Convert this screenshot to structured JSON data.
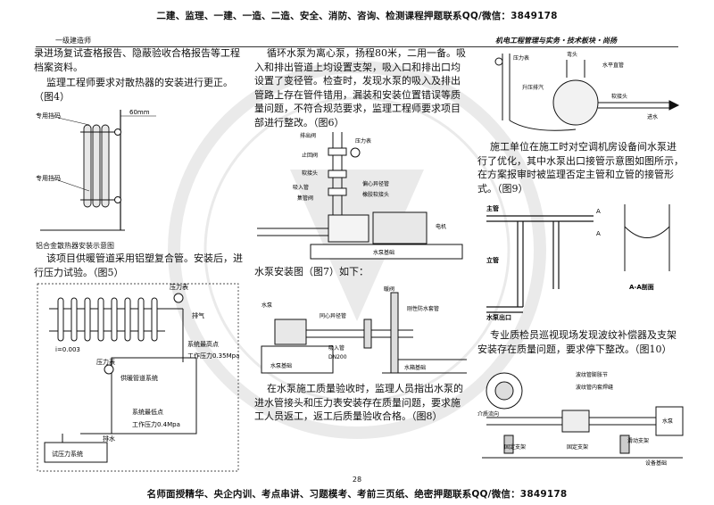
{
  "banner_top": "二建、监理、一建、一造、二造、安全、消防、咨询、检测课程押题联系QQ/微信：3849178",
  "banner_bottom": "名师面授精华、央企内训、考点串讲、习题模考、考前三页纸、绝密押题联系QQ/微信：3849178",
  "page_number": "28",
  "header": {
    "left": "一级建造师",
    "right": "机电工程管理与实务・技术板块・尚扬"
  },
  "col1": {
    "para1": "录进场复试查格报告、隐蔽验收合格报告等工程档案资料。",
    "para2": "监理工程师要求对散热器的安装进行更正。（图4）",
    "fig4": {
      "label_pipe_top": "专用挡码",
      "label_pipe_bottom": "专用挡码",
      "dim": "60mm",
      "caption": "铝合金散热器安装示意图"
    },
    "para3": "该项目供暖管道采用铝塑复合管。安装后，进行压力试验。（图5）",
    "fig5": {
      "label_gauge1": "压力表",
      "label_vent": "排气",
      "label_slope": "i=0.003",
      "label_high": "系统最高点",
      "label_high_p": "工作压力0.35Mpa",
      "label_gauge2": "压力表",
      "label_system": "供暖管道系统",
      "label_low": "系统最低点",
      "label_low_p": "工作压力0.4Mpa",
      "label_drain": "排水",
      "label_test": "试压力系统"
    }
  },
  "col2": {
    "para1": "循环水泵为离心泵，扬程80米，二用一备。吸入和排出管道上均设置支架，吸入口和排出口均设置了变径管。检查时，发现水泵的吸入及排出管路上存在管件错用，漏装和安装位置错误等质量问题，不符合规范要求，监理工程师要求项目部进行整改。（图6）",
    "fig6": {
      "l1": "排出阀",
      "l2": "压力表",
      "l3": "止回阀",
      "l4": "软接头",
      "l5": "吸入管",
      "l6": "集管阀",
      "l7": "偏心异径管",
      "l8": "橡胶软接头",
      "l9": "电机",
      "l10": "水泵基础"
    },
    "para2": "水泵安装图（图7）如下：",
    "fig7": {
      "l1": "暖阀",
      "l2": "水泵",
      "l3": "同心异径管",
      "l4": "刚性防水套管",
      "l5": "吸入管",
      "l6": "DN200",
      "l7": "水泵基础",
      "l8": "水箱基础"
    },
    "para3": "在水泵施工质量验收时，监理人员指出水泵的进水管接头和压力表安装存在质量问题，要求施工人员返工，返工后质量验收合格。（图8）"
  },
  "col3": {
    "fig8": {
      "l1": "压力表",
      "l2": "弯头",
      "l3": "水平直管",
      "l4": "升压排汽",
      "l5": "软接头",
      "l6": "进水"
    },
    "para1": "施工单位在施工时对空调机房设备间水泵进行了优化，其中水泵出口接管示意图如图所示，在方案报审时被监理否定主管和立管的接管形式。（图9）",
    "fig9": {
      "l_main": "主管",
      "l_riser": "立管",
      "l_outlet": "水泵出口",
      "l_section": "A-A剖面",
      "l_a1": "A",
      "l_a2": "A"
    },
    "para2": "专业质检员巡视现场发现波纹补偿器及支架安装存在质量问题，要求停下整改。（图10）",
    "fig10": {
      "l1": "波纹管膨胀节",
      "l2": "波纹管内套焊缝",
      "l3": "介质流向",
      "l4": "固定支架",
      "l5": "固定支架",
      "l6": "滑动支架",
      "l7": "水泵",
      "l8": "设备基础"
    }
  }
}
